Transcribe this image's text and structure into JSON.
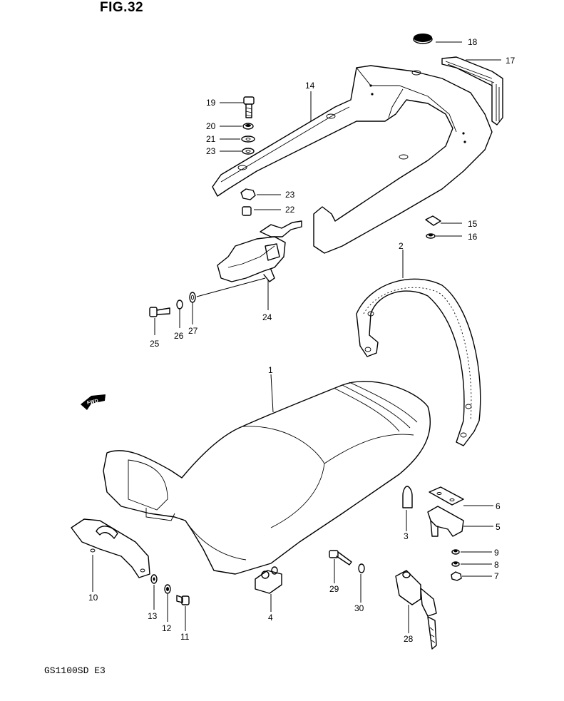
{
  "figure": {
    "title": "FIG.32",
    "model_code": "GS1100SD E3"
  },
  "direction_arrow": {
    "label": "FWD"
  },
  "callouts": [
    {
      "id": "c1",
      "label": "1"
    },
    {
      "id": "c2",
      "label": "2"
    },
    {
      "id": "c3",
      "label": "3"
    },
    {
      "id": "c4",
      "label": "4"
    },
    {
      "id": "c5",
      "label": "5"
    },
    {
      "id": "c6",
      "label": "6"
    },
    {
      "id": "c7",
      "label": "7"
    },
    {
      "id": "c8",
      "label": "8"
    },
    {
      "id": "c9",
      "label": "9"
    },
    {
      "id": "c10",
      "label": "10"
    },
    {
      "id": "c11",
      "label": "11"
    },
    {
      "id": "c12",
      "label": "12"
    },
    {
      "id": "c13",
      "label": "13"
    },
    {
      "id": "c14",
      "label": "14"
    },
    {
      "id": "c15",
      "label": "15"
    },
    {
      "id": "c16",
      "label": "16"
    },
    {
      "id": "c17",
      "label": "17"
    },
    {
      "id": "c18",
      "label": "18"
    },
    {
      "id": "c19",
      "label": "19"
    },
    {
      "id": "c20",
      "label": "20"
    },
    {
      "id": "c21",
      "label": "21"
    },
    {
      "id": "c22",
      "label": "22"
    },
    {
      "id": "c23a",
      "label": "23"
    },
    {
      "id": "c23b",
      "label": "23"
    },
    {
      "id": "c24",
      "label": "24"
    },
    {
      "id": "c25",
      "label": "25"
    },
    {
      "id": "c26",
      "label": "26"
    },
    {
      "id": "c27",
      "label": "27"
    },
    {
      "id": "c28",
      "label": "28"
    },
    {
      "id": "c29",
      "label": "29"
    },
    {
      "id": "c30",
      "label": "30"
    }
  ]
}
